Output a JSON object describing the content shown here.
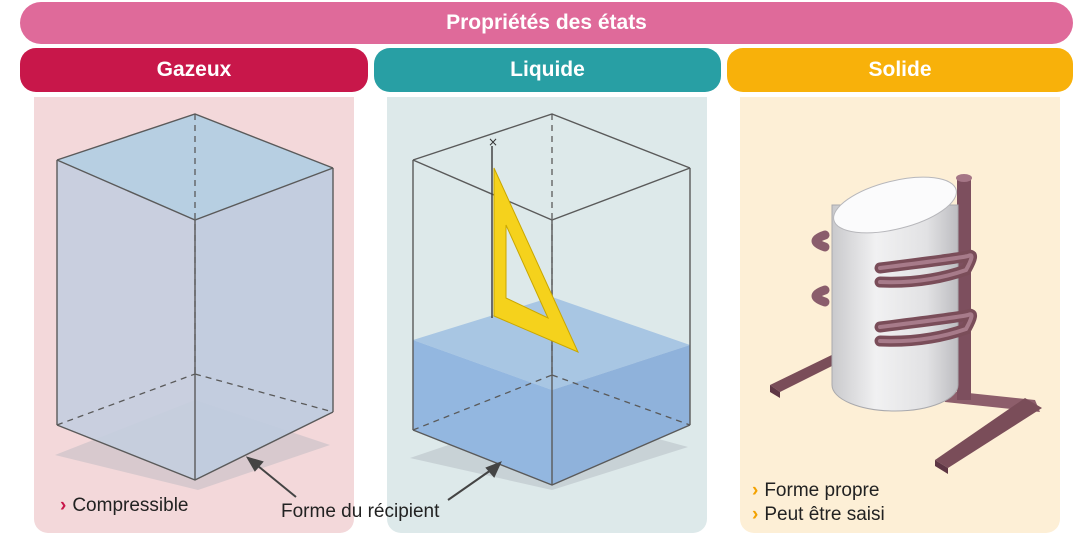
{
  "title": "Propriétés des états",
  "states": [
    {
      "label": "Gazeux",
      "color": "#c8174a",
      "panel_bg": "#f3d8da"
    },
    {
      "label": "Liquide",
      "color": "#289fa4",
      "panel_bg": "#dde9ea"
    },
    {
      "label": "Solide",
      "color": "#f8b10a",
      "panel_bg": "#fdefd6"
    }
  ],
  "gazeux": {
    "property": "Compressible",
    "bullet_color": "#c8174a"
  },
  "container_label": "Forme du récipient",
  "solide": {
    "properties": [
      "Forme propre",
      "Peut être saisi"
    ],
    "bullet_color": "#f3a200"
  },
  "icons": {
    "bullet": "chevron-right-icon"
  }
}
